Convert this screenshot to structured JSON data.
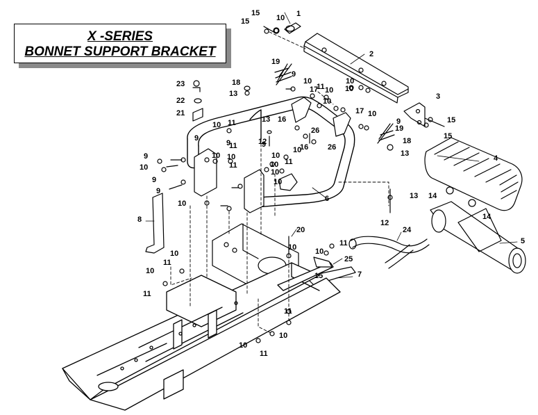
{
  "title": {
    "line1": "X -SERIES",
    "line2": "BONNET SUPPORT BRACKET"
  },
  "callouts": [
    {
      "label": "15"
    },
    {
      "label": "10"
    },
    {
      "label": "1"
    },
    {
      "label": "15"
    },
    {
      "label": "2"
    },
    {
      "label": "19"
    },
    {
      "label": "18"
    },
    {
      "label": "9"
    },
    {
      "label": "10"
    },
    {
      "label": "11"
    },
    {
      "label": "23"
    },
    {
      "label": "13"
    },
    {
      "label": "17"
    },
    {
      "label": "10"
    },
    {
      "label": "10"
    },
    {
      "label": "3"
    },
    {
      "label": "22"
    },
    {
      "label": "10"
    },
    {
      "label": "10"
    },
    {
      "label": "15"
    },
    {
      "label": "21"
    },
    {
      "label": "17"
    },
    {
      "label": "10"
    },
    {
      "label": "9"
    },
    {
      "label": "13"
    },
    {
      "label": "16"
    },
    {
      "label": "26"
    },
    {
      "label": "19"
    },
    {
      "label": "10"
    },
    {
      "label": "11"
    },
    {
      "label": "12"
    },
    {
      "label": "15"
    },
    {
      "label": "16"
    },
    {
      "label": "26"
    },
    {
      "label": "18"
    },
    {
      "label": "9"
    },
    {
      "label": "11"
    },
    {
      "label": "9"
    },
    {
      "label": "10"
    },
    {
      "label": "13"
    },
    {
      "label": "10"
    },
    {
      "label": "10"
    },
    {
      "label": "10"
    },
    {
      "label": "10"
    },
    {
      "label": "4"
    },
    {
      "label": "9"
    },
    {
      "label": "11"
    },
    {
      "label": "10"
    },
    {
      "label": "11"
    },
    {
      "label": "9"
    },
    {
      "label": "9"
    },
    {
      "label": "10"
    },
    {
      "label": "13"
    },
    {
      "label": "10"
    },
    {
      "label": "6"
    },
    {
      "label": "14"
    },
    {
      "label": "10"
    },
    {
      "label": "8"
    },
    {
      "label": "12"
    },
    {
      "label": "14"
    },
    {
      "label": "9"
    },
    {
      "label": "20"
    },
    {
      "label": "24"
    },
    {
      "label": "5"
    },
    {
      "label": "10"
    },
    {
      "label": "11"
    },
    {
      "label": "10"
    },
    {
      "label": "11"
    },
    {
      "label": "25"
    },
    {
      "label": "10"
    },
    {
      "label": "15"
    },
    {
      "label": "7"
    },
    {
      "label": "11"
    },
    {
      "label": "10"
    },
    {
      "label": "11"
    },
    {
      "label": "10"
    },
    {
      "label": "10"
    },
    {
      "label": "11"
    }
  ],
  "colors": {
    "ink": "#000000",
    "paper": "#ffffff",
    "shade": "#9a9a9a"
  }
}
